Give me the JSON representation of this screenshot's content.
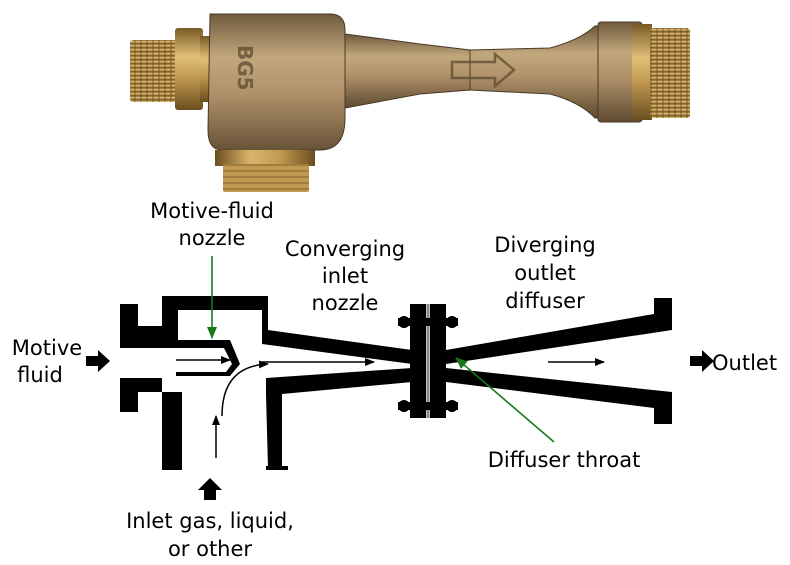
{
  "photo": {
    "casting_mark": "BG5"
  },
  "labels": {
    "motive_fluid_nozzle": [
      "Motive-fluid",
      "nozzle"
    ],
    "converging_inlet_nozzle": [
      "Converging",
      "inlet",
      "nozzle"
    ],
    "diverging_outlet_diffuser": [
      "Diverging",
      "outlet",
      "diffuser"
    ],
    "motive_fluid": [
      "Motive",
      "fluid"
    ],
    "outlet": "Outlet",
    "diffuser_throat": "Diffuser throat",
    "inlet_gas": [
      "Inlet gas, liquid,",
      "or other"
    ]
  },
  "colors": {
    "body_black": "#000000",
    "leader_green": "#1a7a1a",
    "bronze": "#a88a5c",
    "brass": "#c9a45a"
  }
}
